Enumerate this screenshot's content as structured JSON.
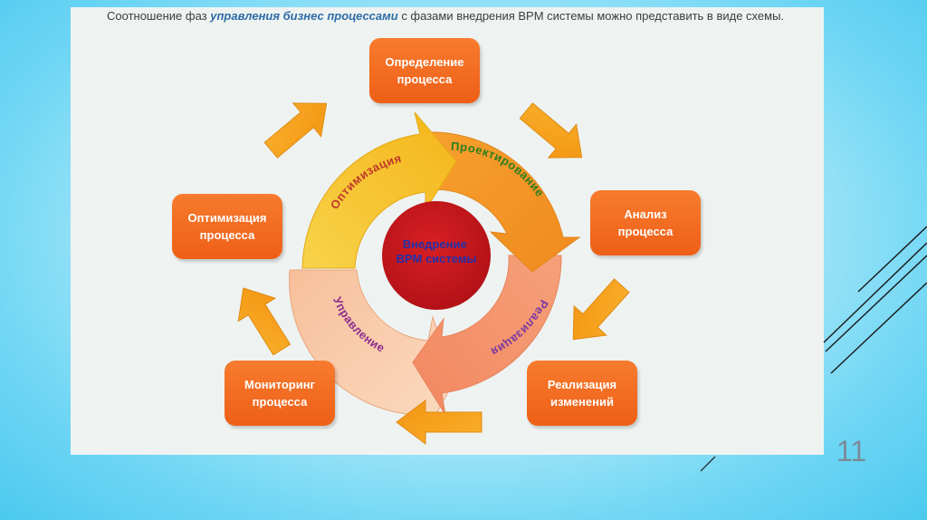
{
  "caption": {
    "prefix": "Соотношение фаз ",
    "highlight": "управления бизнес процессами",
    "suffix": " с фазами внедрения BPM системы можно представить в виде схемы."
  },
  "center": {
    "label": "Внедрение\nBPM системы"
  },
  "ring": {
    "optimization": "Оптимизация",
    "design": "Проектирование",
    "implementation": "Реализация",
    "management": "Управление"
  },
  "phases": {
    "definition": "Определение\nпроцесса",
    "analysis": "Анализ\nпроцесса",
    "realization": "Реализация\nизменений",
    "monitoring": "Мониторинг\nпроцесса",
    "optimization": "Оптимизация\nпроцесса"
  },
  "page_number": "11",
  "colors": {
    "phase_box": "#ee5f16",
    "center_circle": "#c8151b",
    "center_text": "#2430a8",
    "ring_yellow": "#f7c01a",
    "ring_orange": "#f59c2a",
    "ring_salmon": "#f59774",
    "ring_peach": "#f8c9a8",
    "outer_arrow": "#f5a21c"
  }
}
